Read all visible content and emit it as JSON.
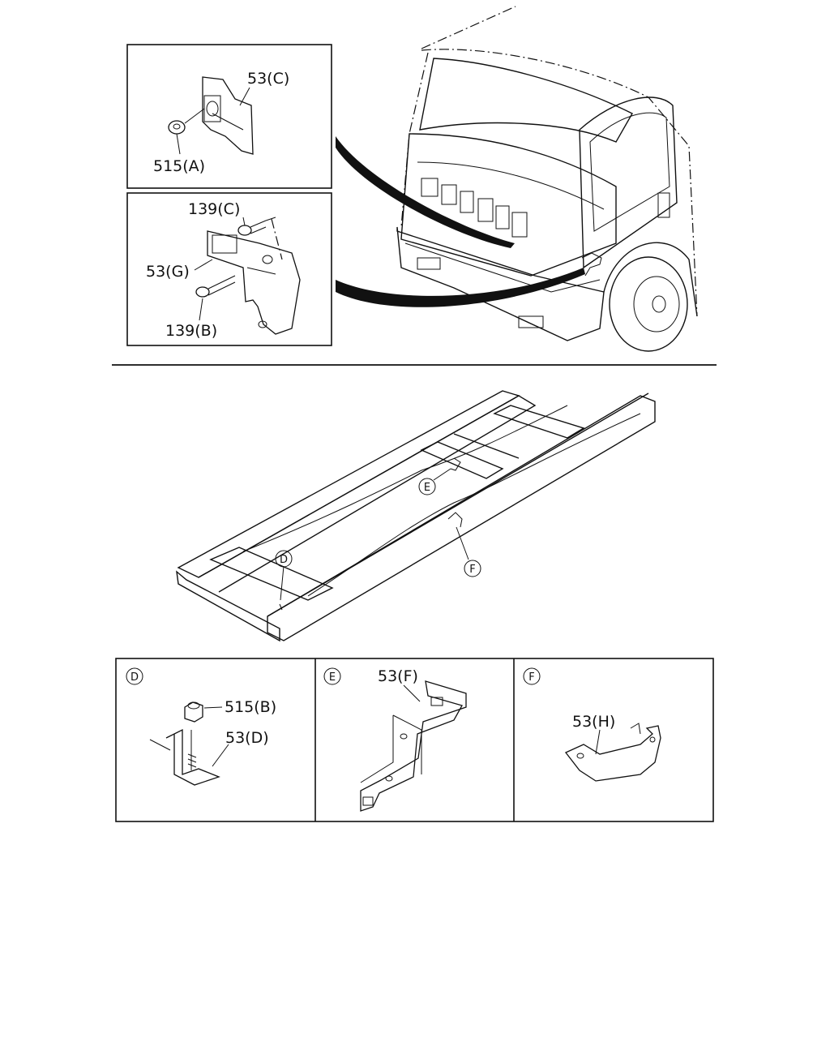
{
  "callouts": {
    "c53C": "53(C)",
    "c515A": "515(A)",
    "c139C": "139(C)",
    "c53G": "53(G)",
    "c139B": "139(B)",
    "c515B": "515(B)",
    "c53D": "53(D)",
    "c53F": "53(F)",
    "c53H": "53(H)"
  },
  "detail_markers": {
    "D": "D",
    "E": "E",
    "F": "F"
  }
}
